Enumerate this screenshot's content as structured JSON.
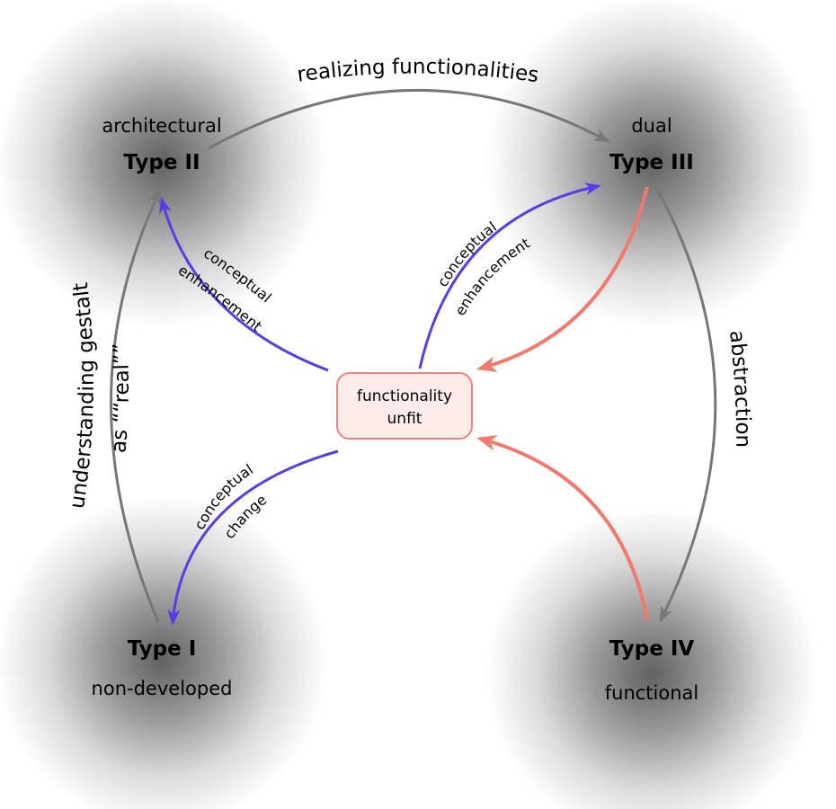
{
  "nodes": {
    "type2": {
      "subtitle": "architectural",
      "title": "Type II"
    },
    "type3": {
      "subtitle": "dual",
      "title": "Type III"
    },
    "type1": {
      "title": "Type I",
      "subtitle": "non-developed"
    },
    "type4": {
      "title": "Type IV",
      "subtitle": "functional"
    },
    "center": {
      "line1": "functionality",
      "line2": "unfit"
    }
  },
  "edges": {
    "realizing": "realizing functionalities",
    "abstraction": "abstraction",
    "understanding_line1": "understanding gestalt",
    "understanding_line2": "as ““real””",
    "left_enh_line1": "conceptual",
    "left_enh_line2": "enhancement",
    "right_enh_line1": "conceptual",
    "right_enh_line2": "enhancement",
    "change_line1": "conceptual",
    "change_line2": "change"
  },
  "colors": {
    "gray_arrow": "#777777",
    "blue_arrow": "#5B3BE6",
    "red_arrow": "#F07A6E",
    "center_fill": "#FDECEA",
    "center_stroke": "#E9857A"
  }
}
